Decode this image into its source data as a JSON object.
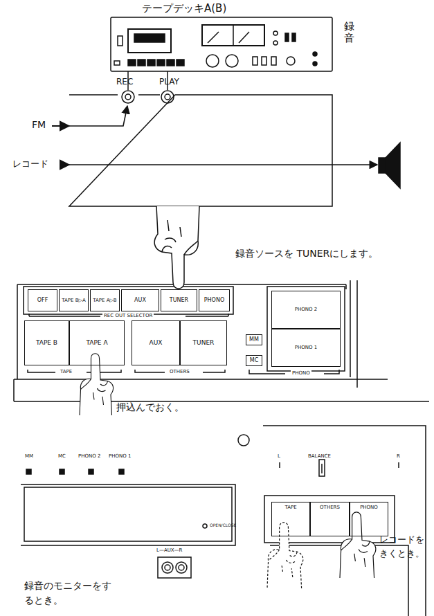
{
  "diagram": {
    "nodes": [
      {
        "text": [
          "OFF"
        ]
      },
      {
        "text": [
          "TAPE B▷A"
        ]
      },
      {
        "text": [
          "TAPE A▷B"
        ]
      },
      {
        "text": [
          "AUX"
        ]
      },
      {
        "text": [
          "TUNER"
        ]
      },
      {
        "text": [
          "PHONO"
        ]
      },
      {
        "text": [
          "PHONO 2"
        ]
      },
      {
        "text": [
          "TAPE B"
        ]
      },
      {
        "text": [
          "TAPE A"
        ]
      },
      {
        "text": [
          "AUX"
        ]
      },
      {
        "text": [
          "TUNER"
        ]
      },
      {
        "text": [
          "MM"
        ]
      },
      {
        "text": [
          "MC"
        ]
      },
      {
        "text": [
          "PHONO 1"
        ]
      },
      {
        "text": [
          "TAPE"
        ]
      },
      {
        "text": [
          "OTHERS"
        ]
      },
      {
        "text": [
          "PHONO"
        ]
      }
    ],
    "labels": [
      "テープデッキA(B)",
      "録音",
      "REC",
      "PLAY",
      "FM",
      "レコード",
      "録音ソースを TUNERにします。",
      "REC OUT SELECTOR",
      "TAPE",
      "OTHERS",
      "PHONO",
      "押込んでおく。",
      "MM",
      "MC",
      "PHONO 2",
      "PHONO 1",
      "L",
      "BALANCE",
      "R",
      "OPEN/CLOSE",
      "L—AUX—R",
      "録音のモニターをするとき。",
      "レコードをきくとき。"
    ]
  }
}
